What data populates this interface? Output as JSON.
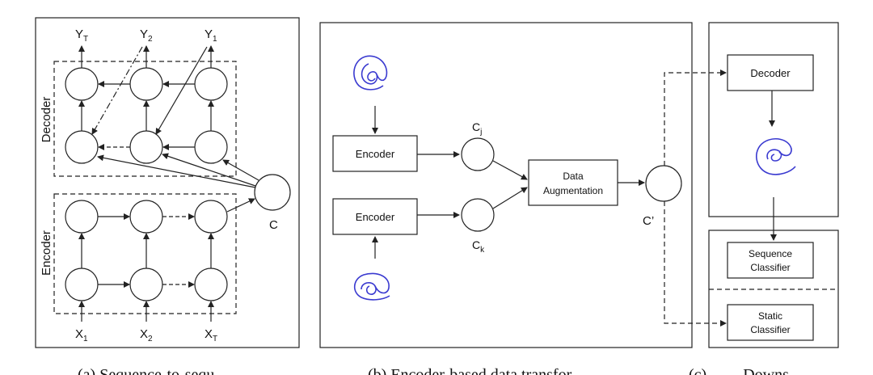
{
  "panel_a": {
    "decoder_label": "Decoder",
    "encoder_label": "Encoder",
    "context_label": "C",
    "outputs": [
      {
        "base": "Y",
        "sub": "T"
      },
      {
        "base": "Y",
        "sub": "2"
      },
      {
        "base": "Y",
        "sub": "1"
      }
    ],
    "inputs": [
      {
        "base": "X",
        "sub": "1"
      },
      {
        "base": "X",
        "sub": "2"
      },
      {
        "base": "X",
        "sub": "T"
      }
    ]
  },
  "panel_b": {
    "encoder_top_label": "Encoder",
    "encoder_bottom_label": "Encoder",
    "cj": {
      "base": "C",
      "sub": "j"
    },
    "ck": {
      "base": "C",
      "sub": "k"
    },
    "augment_line1": "Data",
    "augment_line2": "Augmentation",
    "c_prime": "C’"
  },
  "panel_c": {
    "decoder_label": "Decoder",
    "sequence_line1": "Sequence",
    "sequence_line2": "Classifier",
    "static_line1": "Static",
    "static_line2": "Classifier"
  },
  "captions": {
    "a": "(a) Sequence-to-sequ",
    "b": "(b) Encoder-based data transfor",
    "c": "(c)         Downs"
  },
  "colors": {
    "line": "#222222",
    "handwriting": "#3a3ad0"
  }
}
